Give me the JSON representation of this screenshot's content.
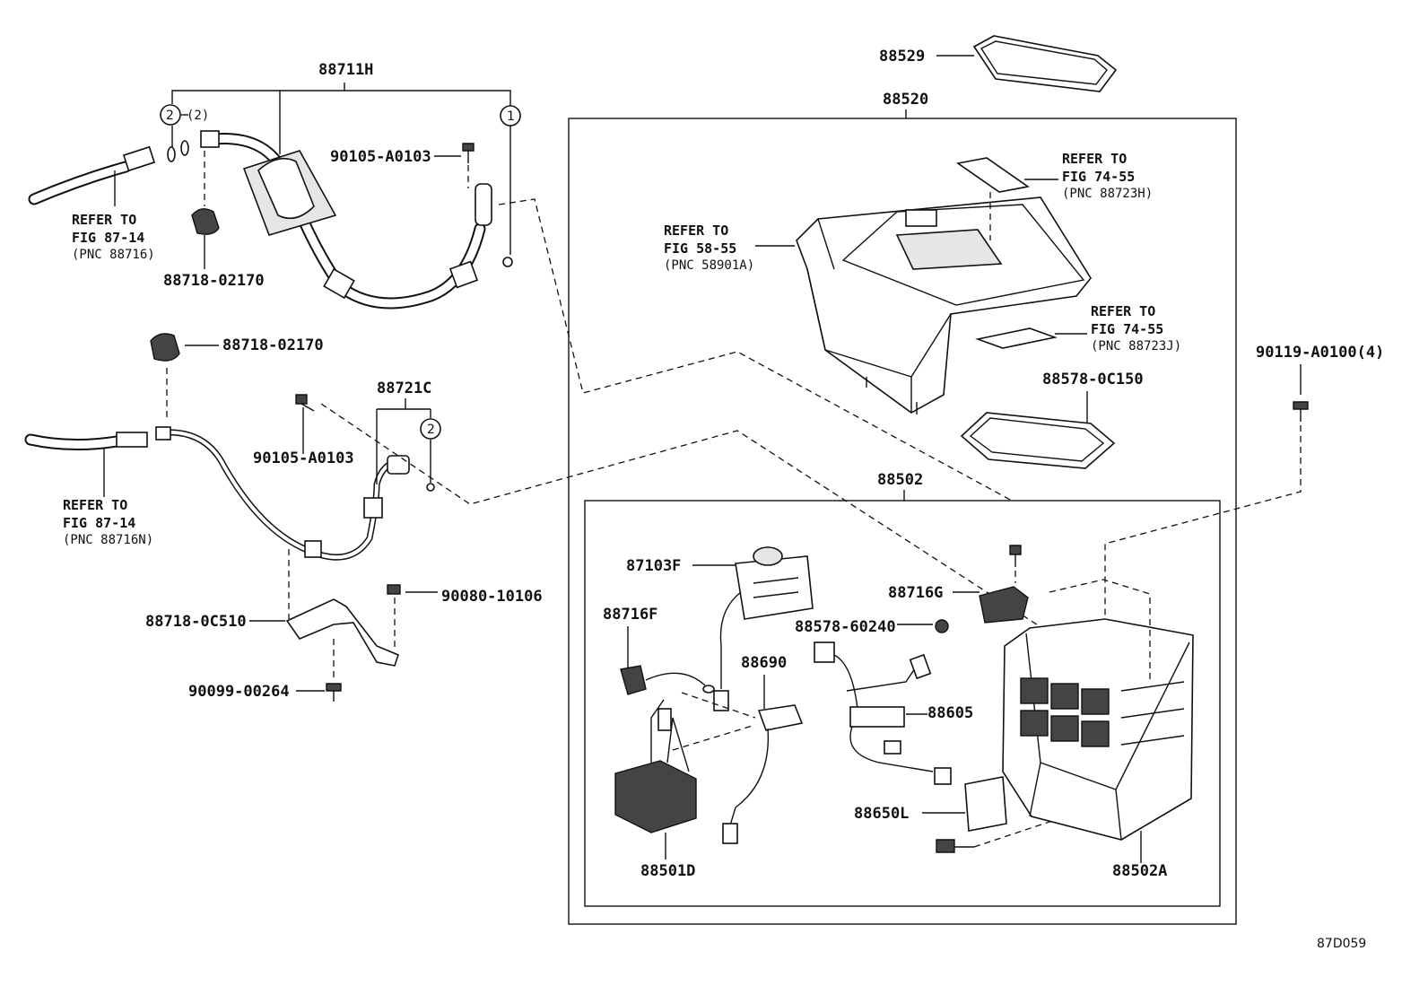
{
  "labels": {
    "p88711H": "88711H",
    "c2_count": "(2)",
    "c_2": "2",
    "c_1": "1",
    "p90105_a": "90105-A0103",
    "ref_87_14_a": [
      "REFER TO",
      "FIG 87-14",
      "(PNC 88716)"
    ],
    "p88718_02170_a": "88718-02170",
    "p88718_02170_b": "88718-02170",
    "p88721C": "88721C",
    "p90105_b": "90105-A0103",
    "ref_87_14_b": [
      "REFER TO",
      "FIG 87-14",
      "(PNC 88716N)"
    ],
    "p90080": "90080-10106",
    "p88718_0C510": "88718-0C510",
    "p90099": "90099-00264",
    "p88529": "88529",
    "p88520": "88520",
    "ref_74_55_h": [
      "REFER TO",
      "FIG 74-55",
      "(PNC 88723H)"
    ],
    "ref_58_55": [
      "REFER TO",
      "FIG 58-55",
      "(PNC 58901A)"
    ],
    "ref_74_55_j": [
      "REFER TO",
      "FIG 74-55",
      "(PNC 88723J)"
    ],
    "p88578_0C150": "88578-0C150",
    "p90119": "90119-A0100(4)",
    "p88502": "88502",
    "p87103F": "87103F",
    "p88716G": "88716G",
    "p88716F": "88716F",
    "p88578_60240": "88578-60240",
    "p88690": "88690",
    "p88605": "88605",
    "p88650L": "88650L",
    "p88501D": "88501D",
    "p88502A": "88502A",
    "code": "87D059"
  }
}
